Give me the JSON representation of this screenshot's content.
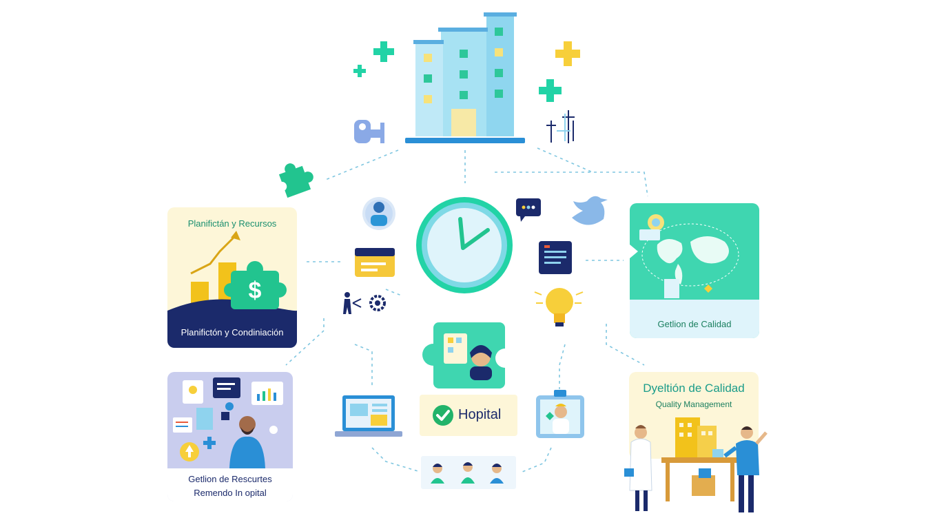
{
  "cards": {
    "planning": {
      "title": "Planifictán y Recursos",
      "footer": "Planifictón y Condiniación"
    },
    "quality_top": {
      "footer": "Getlion de Calidad"
    },
    "resources": {
      "line1": "Getlion de Rescurtes",
      "line2": "Remendo In opital"
    },
    "quality_bottom": {
      "title": "Dyeltión de Calidad",
      "subtitle": "Quality Management"
    }
  },
  "center": {
    "hospital_badge": "Hopital",
    "dollar_symbol": "$"
  },
  "colors": {
    "teal": "#22d3a6",
    "navy": "#1b2a6b",
    "yellow": "#f7cf3a",
    "sky": "#8fd3ee",
    "blue": "#3f8ad8",
    "dashed": "#7fc6e0"
  },
  "icons": [
    "hospital-building-icon",
    "plus-icon",
    "puzzle-icon",
    "clock-icon",
    "chat-icon",
    "twitter-bird-icon",
    "document-icon",
    "lightbulb-icon",
    "gear-icon",
    "world-map-icon",
    "laptop-icon",
    "doctor-video-icon",
    "team-icon",
    "check-icon"
  ]
}
